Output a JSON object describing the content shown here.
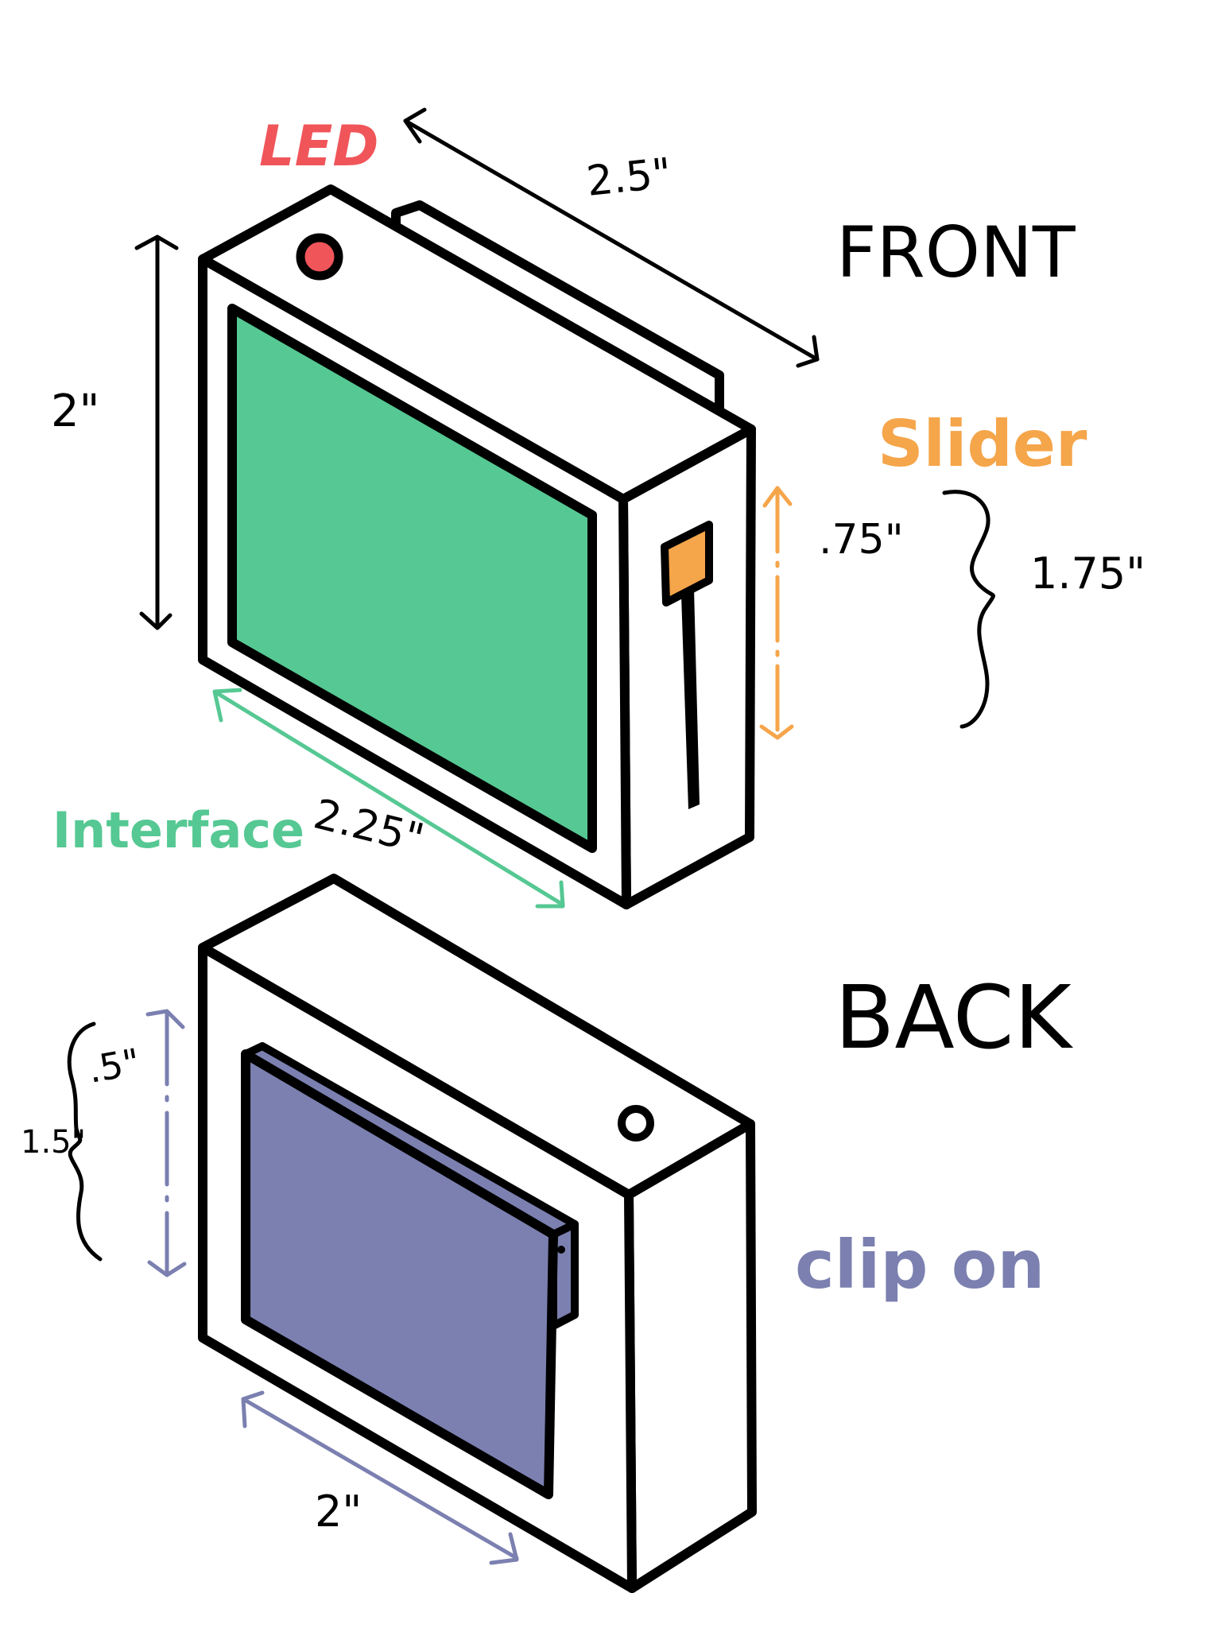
{
  "colors": {
    "led": "#f0555a",
    "interface": "#56c893",
    "slider": "#f5a54a",
    "clip": "#7b80b0",
    "outline": "#000000"
  },
  "labels": {
    "led": "LED",
    "front": "FRONT",
    "back": "BACK",
    "slider": "Slider",
    "interface": "Interface",
    "clip_on": "clip on"
  },
  "dimensions": {
    "front_depth": "2.5\"",
    "front_height": "2\"",
    "slider_length": ".75\"",
    "slider_total": "1.75\"",
    "interface_width": "2.25\"",
    "clip_height_small": ".5\"",
    "clip_height_total": "1.5\"",
    "clip_width": "2\""
  }
}
